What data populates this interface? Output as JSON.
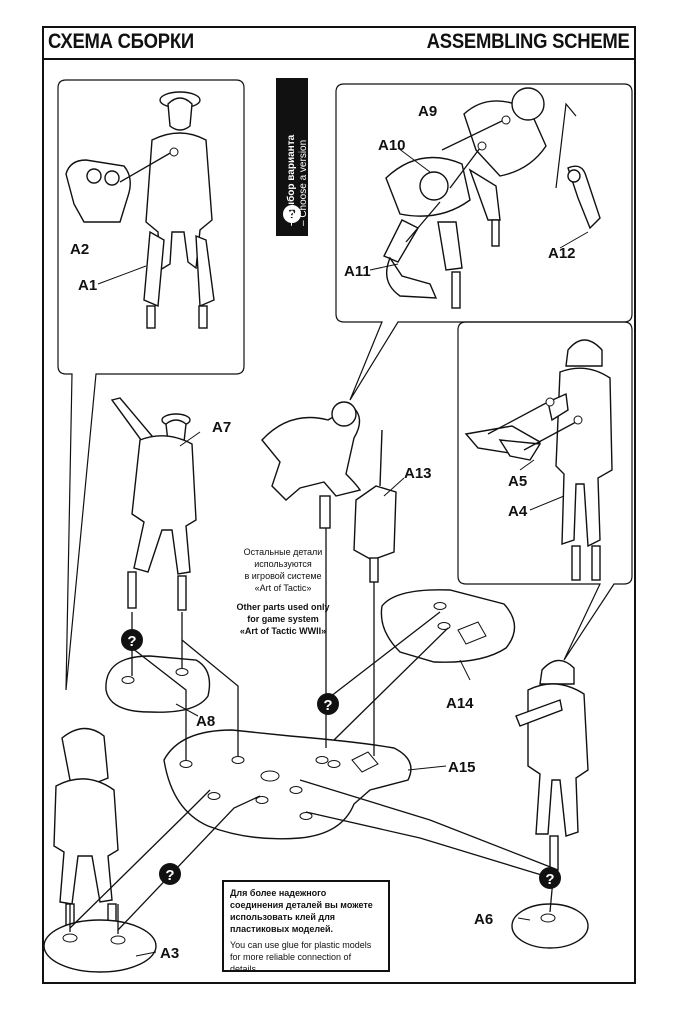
{
  "header": {
    "title_ru": "СХЕМА СБОРКИ",
    "title_en": "ASSEMBLING SCHEME"
  },
  "legend": {
    "line_ru": "– Выбор варианта",
    "line_en": "– Choose a version",
    "symbol": "?"
  },
  "parts": {
    "A1": "A1",
    "A2": "A2",
    "A3": "A3",
    "A4": "A4",
    "A5": "A5",
    "A6": "A6",
    "A7": "A7",
    "A8": "A8",
    "A9": "A9",
    "A10": "A10",
    "A11": "A11",
    "A12": "A12",
    "A13": "A13",
    "A14": "A14",
    "A15": "A15"
  },
  "other_parts_note": {
    "ru_line1": "Остальные детали",
    "ru_line2": "используются",
    "ru_line3": "в игровой системе",
    "ru_line4": "«Art of Tactic»",
    "en_line1": "Other parts used only",
    "en_line2": "for game system",
    "en_line3": "«Art of Tactic WWII»"
  },
  "glue_note": {
    "ru": "Для более надежного соединения деталей вы можете использовать клей для пластиковых моделей.",
    "en": "You can use glue for plastic models for more reliable connection of details."
  }
}
